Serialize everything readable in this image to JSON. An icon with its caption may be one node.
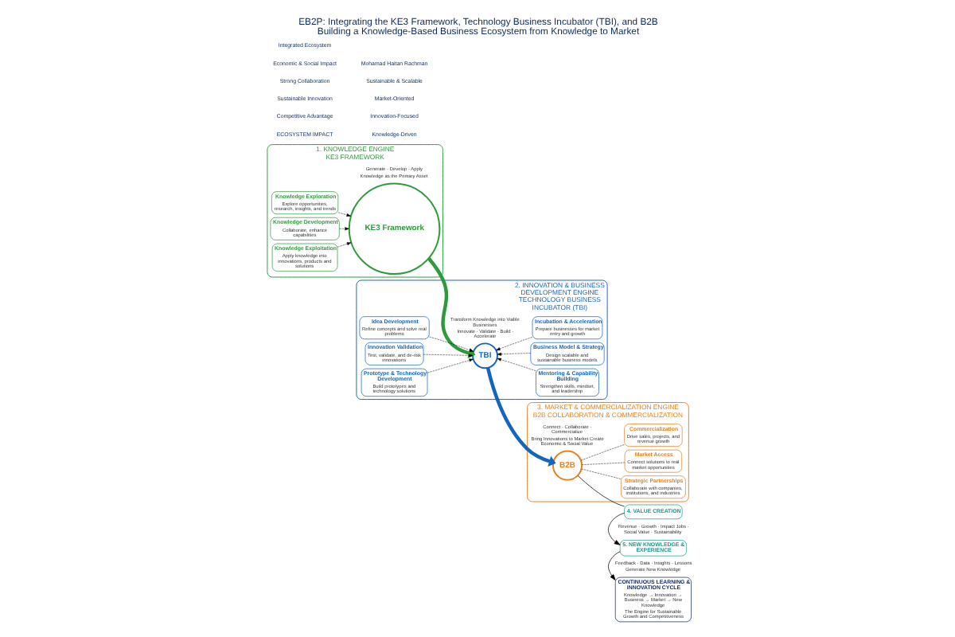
{
  "diagram": {
    "title": "EB2P: Integrating the KE3 Framework, Technology Business Incubator (TBI), and B2B",
    "caption": "Building a Knowledge-Based Business Ecosystem from Knowledge to Market",
    "nodes": [
      {
        "text": [
          "1. KNOWLEDGE ENGINE",
          "KE3 FRAMEWORK"
        ]
      },
      {
        "text": [
          "Knowledge Exploration",
          "Explore opportunities, research, insights, and trends"
        ],
        "in": 0
      },
      {
        "text": [
          "Knowledge Development",
          "Collaborate, enhance capabilities"
        ],
        "in": 0
      },
      {
        "text": [
          "Knowledge Exploitation",
          "Apply knowledge into innovations, products and solutions"
        ],
        "in": 0
      },
      {
        "text": [
          "KE3 Framework"
        ],
        "beside": [
          "Generate · Develop · Apply",
          "Knowledge as the Primary Asset"
        ],
        "in": 0
      },
      {
        "text": [
          "2. INNOVATION & BUSINESS DEVELOPMENT ENGINE",
          "TECHNOLOGY BUSINESS INCUBATOR (TBI)"
        ]
      },
      {
        "text": [
          "Idea Development",
          "Refine concepts and solve real problems"
        ],
        "in": 5
      },
      {
        "text": [
          "Innovation Validation",
          "Test, validate, and de-risk innovations"
        ],
        "in": 5
      },
      {
        "text": [
          "Prototype & Technology Development",
          "Build prototypes and technology solutions"
        ],
        "in": 5
      },
      {
        "text": [
          "TBI"
        ],
        "beside": [
          "Transform Knowledge into Viable Businesses",
          "Innovate · Validate · Build · Accelerate"
        ],
        "in": 5
      },
      {
        "text": [
          "Mentoring & Capability Building",
          "Strengthen skills, mindset, and leadership"
        ],
        "in": 5
      },
      {
        "text": [
          "Business Model & Strategy",
          "Design scalable and sustainable business models"
        ],
        "in": 5
      },
      {
        "text": [
          "Incubation & Acceleration",
          "Prepare businesses for market entry and growth"
        ],
        "in": 5
      },
      {
        "text": [
          "3. MARKET & COMMERCIALIZATION ENGINE",
          "B2B COLLABORATION & COMMERCIALIZATION"
        ]
      },
      {
        "text": [
          "B2B"
        ],
        "beside": [
          "Connect · Collaborate · Commercialize",
          "Bring Innovations to Market Create Economic & Social Value"
        ],
        "in": 13
      },
      {
        "text": [
          "Strategic Partnerships",
          "Collaborate with companies, institutions, and industries"
        ],
        "in": 13
      },
      {
        "text": [
          "Market Access",
          "Connect solutions to real market opportunities"
        ],
        "in": 13
      },
      {
        "text": [
          "Commercialization",
          "Drive sales, projects, and revenue growth"
        ],
        "in": 13
      },
      {
        "text": [
          "4. VALUE CREATION"
        ],
        "beside": [
          "Revenue · Growth · Impact Jobs · Social Value · Sustainability"
        ]
      },
      {
        "text": [
          "5. NEW KNOWLEDGE & EXPERIENCE"
        ],
        "beside": [
          "Feedback · Data · Insights · Lessons",
          "Generate New Knowledge"
        ]
      },
      {
        "text": [
          "CONTINUOUS LEARNING & INNOVATION CYCLE",
          "Knowledge → Innovation → Business → Market → New Knowledge",
          "The Engine for Sustainable Growth and Competitiveness"
        ]
      }
    ],
    "edges": [
      {
        "from": 1,
        "to": 4,
        "arrow": "to",
        "style": "dashed"
      },
      {
        "from": 2,
        "to": 4,
        "arrow": "to",
        "style": "dashed"
      },
      {
        "from": 3,
        "to": 4,
        "arrow": "to",
        "style": "dashed"
      },
      {
        "from": 4,
        "to": 9,
        "arrow": "to",
        "style": "thick",
        "color": "#2e9a3e"
      },
      {
        "from": 6,
        "to": 9,
        "arrow": "to",
        "style": "dashed"
      },
      {
        "from": 7,
        "to": 9,
        "arrow": "to",
        "style": "dashed"
      },
      {
        "from": 8,
        "to": 9,
        "arrow": "to",
        "style": "dashed"
      },
      {
        "from": 10,
        "to": 9,
        "arrow": "to",
        "style": "dashed"
      },
      {
        "from": 11,
        "to": 9,
        "arrow": "to",
        "style": "dashed"
      },
      {
        "from": 12,
        "to": 9,
        "arrow": "to",
        "style": "dashed"
      },
      {
        "from": 9,
        "to": 14,
        "arrow": "to",
        "style": "thick",
        "color": "#1565c0"
      },
      {
        "from": 14,
        "to": 15,
        "arrow": "none",
        "style": "dashed"
      },
      {
        "from": 14,
        "to": 16,
        "arrow": "none",
        "style": "dashed"
      },
      {
        "from": 14,
        "to": 17,
        "arrow": "none",
        "style": "dashed"
      },
      {
        "from": 14,
        "to": 18,
        "arrow": "none"
      },
      {
        "from": 18,
        "to": 19,
        "arrow": "to"
      },
      {
        "from": 19,
        "to": 20,
        "arrow": "to"
      }
    ],
    "labels": [
      "ECOSYSTEM IMPACT",
      "Competitive Advantage",
      "Sustainable Innovation",
      "Strong Collaboration",
      "Economic & Social Impact",
      "Integrated Ecosystem",
      "Knowledge-Driven",
      "Innovation-Focused",
      "Market-Oriented",
      "Sustainable & Scalable",
      "Mohamad Haitan Rachman"
    ]
  }
}
